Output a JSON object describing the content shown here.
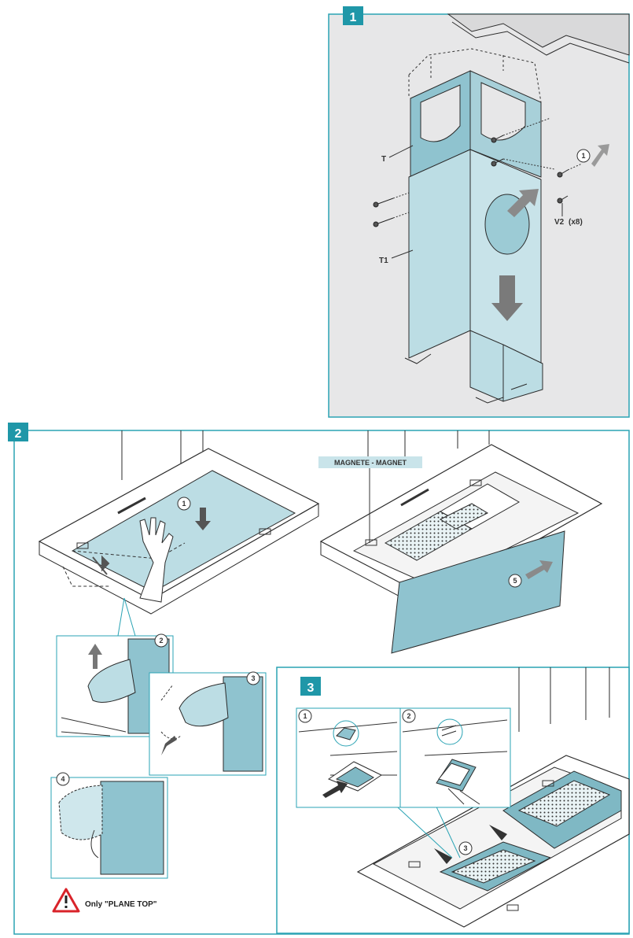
{
  "colors": {
    "frame": "#2aa3b4",
    "badge": "#1f97a8",
    "panel_fill": "#bcdde4",
    "panel_dark": "#8fc3cf",
    "filter_fill": "#7fb8c4",
    "light_bg": "#e7e7e8",
    "line": "#2b2b2b",
    "warning_red": "#d9232a",
    "arrow_grey": "#9a9a9a",
    "magnet_label_bg": "#c9e4ea"
  },
  "panel1": {
    "number": "1",
    "labels": {
      "t": "T",
      "t1": "T1",
      "v2": "V2",
      "v2_count": "(x8)"
    },
    "steps": [
      "1"
    ]
  },
  "panel2": {
    "number": "2",
    "magnet_label": "MAGNETE - MAGNET",
    "steps": [
      "1",
      "2",
      "3",
      "4",
      "5"
    ],
    "warning_text": "Only \"PLANE TOP\"",
    "warning_icon": "warning-triangle-icon"
  },
  "panel3": {
    "number": "3",
    "steps": [
      "1",
      "2",
      "3"
    ]
  }
}
